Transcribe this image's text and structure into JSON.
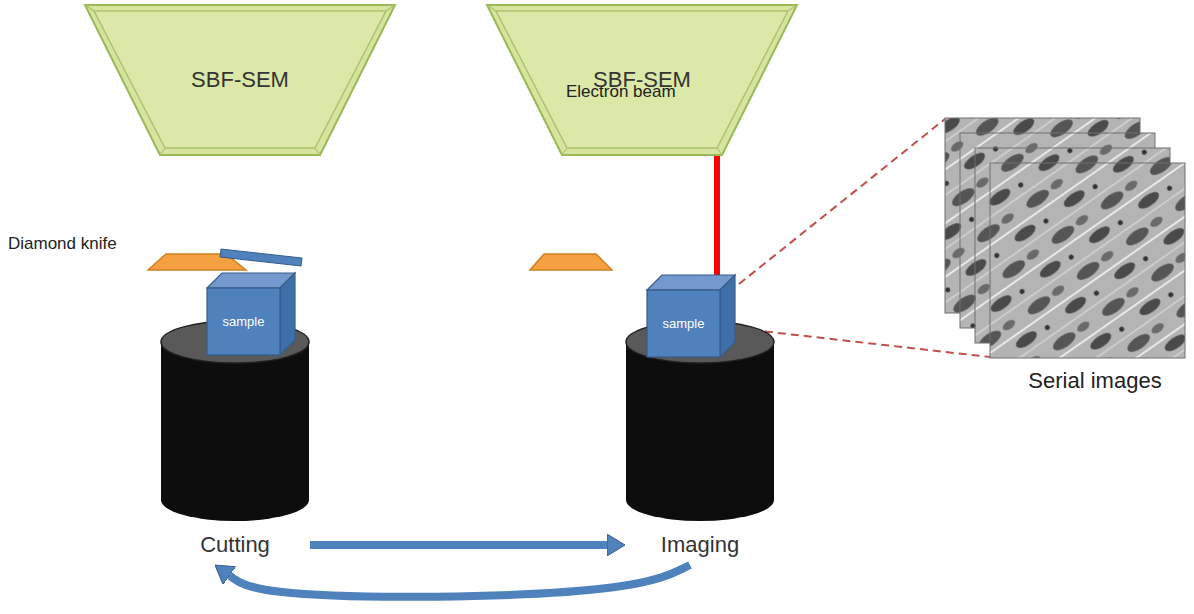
{
  "diagram": {
    "nodes": [
      {
        "text": [
          "SBF-SEM"
        ]
      },
      {
        "text": [
          "SBF-SEM"
        ]
      },
      {
        "text": [
          "sample"
        ]
      },
      {
        "text": [
          "sample"
        ]
      },
      {
        "text": [
          "Cutting"
        ]
      },
      {
        "text": [
          "Imaging"
        ]
      }
    ],
    "edges": [
      {
        "from": 1,
        "to": 3,
        "arrow": "none"
      },
      {
        "from": 4,
        "to": 5,
        "arrow": "to"
      },
      {
        "from": 5,
        "to": 4,
        "arrow": "to"
      }
    ],
    "labels": [
      "Diamond knife",
      "Electron beam",
      "Serial images"
    ]
  }
}
